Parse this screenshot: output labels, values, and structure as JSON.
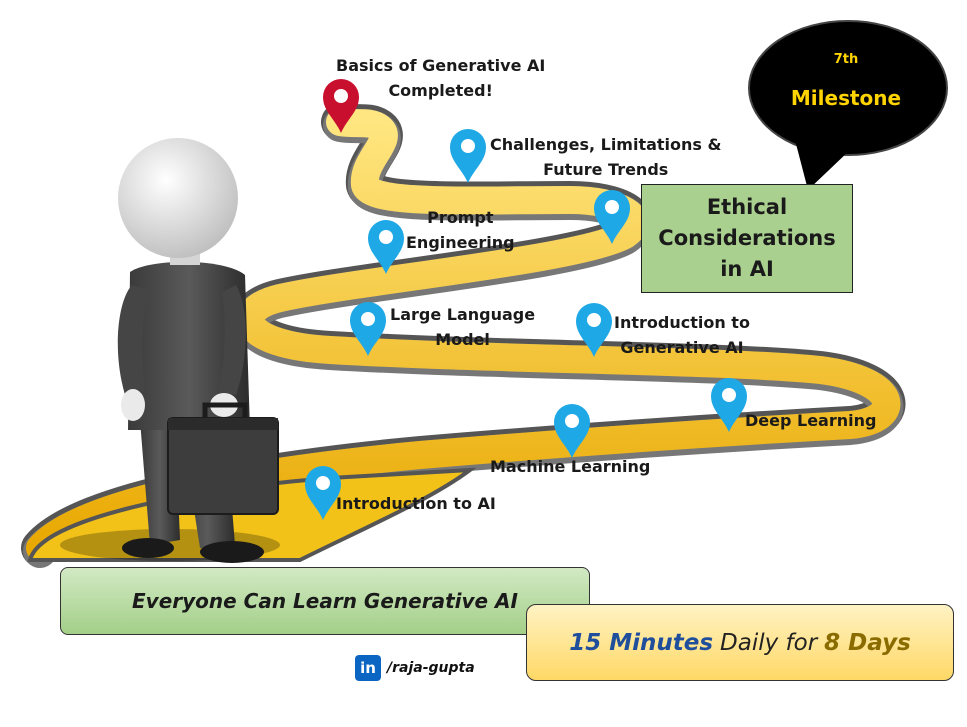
{
  "milestones": {
    "intro_ai": "Introduction to AI",
    "machine_learning": "Machine Learning",
    "deep_learning": "Deep Learning",
    "intro_genai": [
      "Introduction to",
      "Generative  AI"
    ],
    "llm": [
      "Large Language",
      "Model"
    ],
    "prompt": [
      "Prompt",
      "Engineering"
    ],
    "challenges": [
      "Challenges, Limitations &",
      "Future Trends"
    ],
    "completed": [
      "Basics of Generative  AI",
      "Completed!"
    ]
  },
  "current_topic": [
    "Ethical",
    "Considerations",
    "in AI"
  ],
  "bubble": {
    "number": "7th",
    "label": "Milestone"
  },
  "banner": {
    "tagline": "Everyone Can Learn Generative AI",
    "minutes": "15 Minutes",
    "daily_for": "Daily for",
    "days": "8 Days"
  },
  "credit": {
    "icon_text": "in",
    "handle": "/raja-gupta"
  },
  "colors": {
    "pin_blue": "#1ea8e6",
    "pin_red": "#c8102e",
    "road_yellow": "#f2c218",
    "box_green": "#a9d08e",
    "bubble_bg": "#000000",
    "bubble_text": "#ffd400"
  }
}
